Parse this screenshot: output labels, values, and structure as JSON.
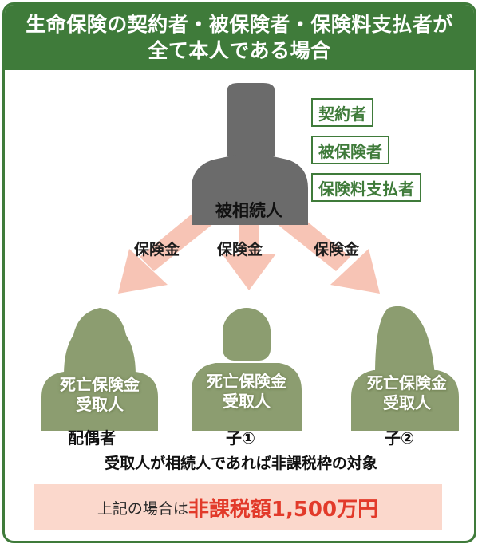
{
  "header": {
    "line1": "生命保険の契約者・被保険者・保険料支払者が",
    "line2": "全て本人である場合"
  },
  "roles": [
    "契約者",
    "被保険者",
    "保険料支払者"
  ],
  "decedent_label": "被相続人",
  "arrow_labels": [
    "保険金",
    "保険金",
    "保険金"
  ],
  "beneficiaries": [
    {
      "line1": "死亡保険金",
      "line2": "受取人",
      "relation": "配偶者"
    },
    {
      "line1": "死亡保険金",
      "line2": "受取人",
      "relation": "子①"
    },
    {
      "line1": "死亡保険金",
      "line2": "受取人",
      "relation": "子②"
    }
  ],
  "note": "受取人が相続人であれば非課税枠の対象",
  "summary": {
    "prefix": "上記の場合は",
    "highlight": "非課税額1,500万円"
  },
  "colors": {
    "green": "#3f7b3a",
    "figure_gray": "#6b6b6b",
    "figure_green": "#8c9d70",
    "arrow_pink": "#f7c4b5",
    "highlight_red": "#e23a2a",
    "box_pink": "#fbd8cc"
  }
}
